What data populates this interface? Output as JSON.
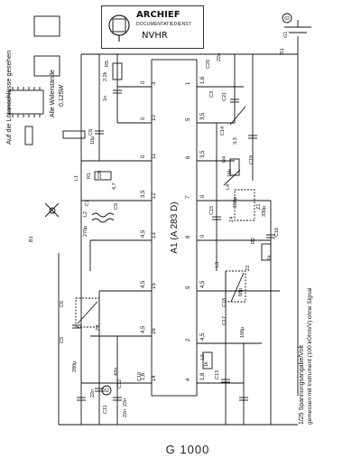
{
  "stamp": {
    "line1": "ARCHIEF",
    "line2": "DOCUMENTATIEDIENST",
    "line3": "NVHR"
  },
  "notes": {
    "solder_side": "Auf die Lötanschlüsse gesehen",
    "resistors_line1": "Alle Widerstände",
    "resistors_line2": "0,125W",
    "measure_line1": "1/25 Spannungsangabe/Volt",
    "measure_line2": "gemessen mit Instrument (100 kOhm/V) ohne Signal"
  },
  "ic": {
    "label": "A1 (A 283 D)"
  },
  "model": "G 1000",
  "component_labels": {
    "c3": "C3",
    "c20": "C20",
    "c21": "C21",
    "c14": "C14",
    "c15": "C15",
    "c16": "C16",
    "c9": "C9",
    "c10": "C10",
    "c11": "C11",
    "c12": "C12",
    "c6": "C6",
    "c5": "C5",
    "c7": "C7",
    "c13": "C13",
    "c17": "C17",
    "c18": "C18",
    "c19": "C19",
    "c8": "C8",
    "r1": "R1",
    "r2": "R2",
    "r4": "R4",
    "r5": "R5",
    "l1": "L1",
    "l2": "L2",
    "l3": "L3",
    "l4": "L4",
    "l5": "L5",
    "z1": "Z1",
    "z2": "Z2",
    "z3": "Z3",
    "z4": "Z4",
    "s1": "S1",
    "b1": "B1",
    "g1": "G1",
    "cv1": "22n",
    "cv2": "1n",
    "cv3": "47n",
    "cv4": "22n",
    "cv5": "10μ",
    "cv6": "3,3",
    "cv7": "150p",
    "cv8": "330p",
    "cv9": "100p",
    "cv10": "68p",
    "cv11": "22n",
    "cv12": "4,7",
    "cv13": "270p",
    "cv14": "280p",
    "cv15": "22n",
    "rv1": "220",
    "rv2": "1k",
    "rv3": "2,2k",
    "rv4": "16k",
    "rv5": "1k"
  },
  "pin_numbers": [
    "14",
    "1",
    "16",
    "5",
    "15",
    "6",
    "13",
    "7",
    "12",
    "8",
    "11",
    "9",
    "10",
    "2",
    "3",
    "4"
  ],
  "node_voltages": [
    "1,6",
    "4,5",
    "4,5",
    "4,5",
    "3,5",
    "0",
    "0",
    "0",
    "1,6",
    "3,5",
    "3,5",
    "0",
    "0",
    "4,5",
    "4,5",
    "1,8"
  ],
  "markers": [
    "62",
    "62"
  ]
}
